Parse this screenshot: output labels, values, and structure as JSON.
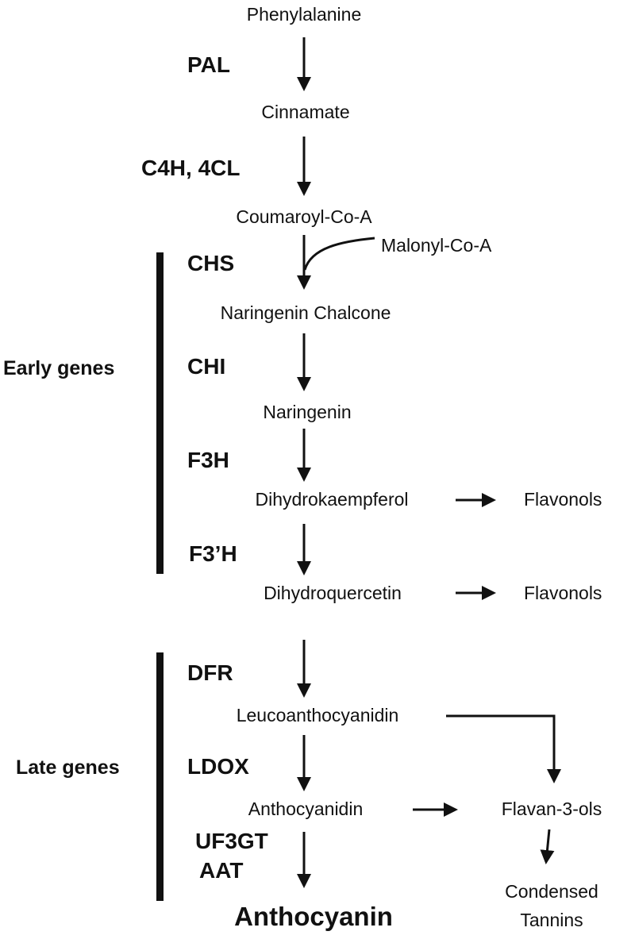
{
  "compounds": {
    "phenylalanine": "Phenylalanine",
    "cinnamate": "Cinnamate",
    "coumaroyl_coa": "Coumaroyl-Co-A",
    "malonyl_coa": "Malonyl-Co-A",
    "naringenin_chalcone": "Naringenin Chalcone",
    "naringenin": "Naringenin",
    "dihydrokaempferol": "Dihydrokaempferol",
    "flavonols_1": "Flavonols",
    "dihydroquercetin": "Dihydroquercetin",
    "flavonols_2": "Flavonols",
    "leucoanthocyanidin": "Leucoanthocyanidin",
    "anthocyanidin": "Anthocyanidin",
    "flavan_3_ols": "Flavan-3-ols",
    "condensed_tannins_line1": "Condensed",
    "condensed_tannins_line2": "Tannins",
    "anthocyanin": "Anthocyanin"
  },
  "enzymes": {
    "pal": "PAL",
    "c4h_4cl": "C4H, 4CL",
    "chs": "CHS",
    "chi": "CHI",
    "f3h": "F3H",
    "f3ph": "F3’H",
    "dfr": "DFR",
    "ldox": "LDOX",
    "uf3gt": "UF3GT",
    "aat": "AAT"
  },
  "groups": {
    "early": "Early genes",
    "late": "Late genes"
  },
  "colors": {
    "ink": "#111111",
    "background": "#ffffff"
  }
}
